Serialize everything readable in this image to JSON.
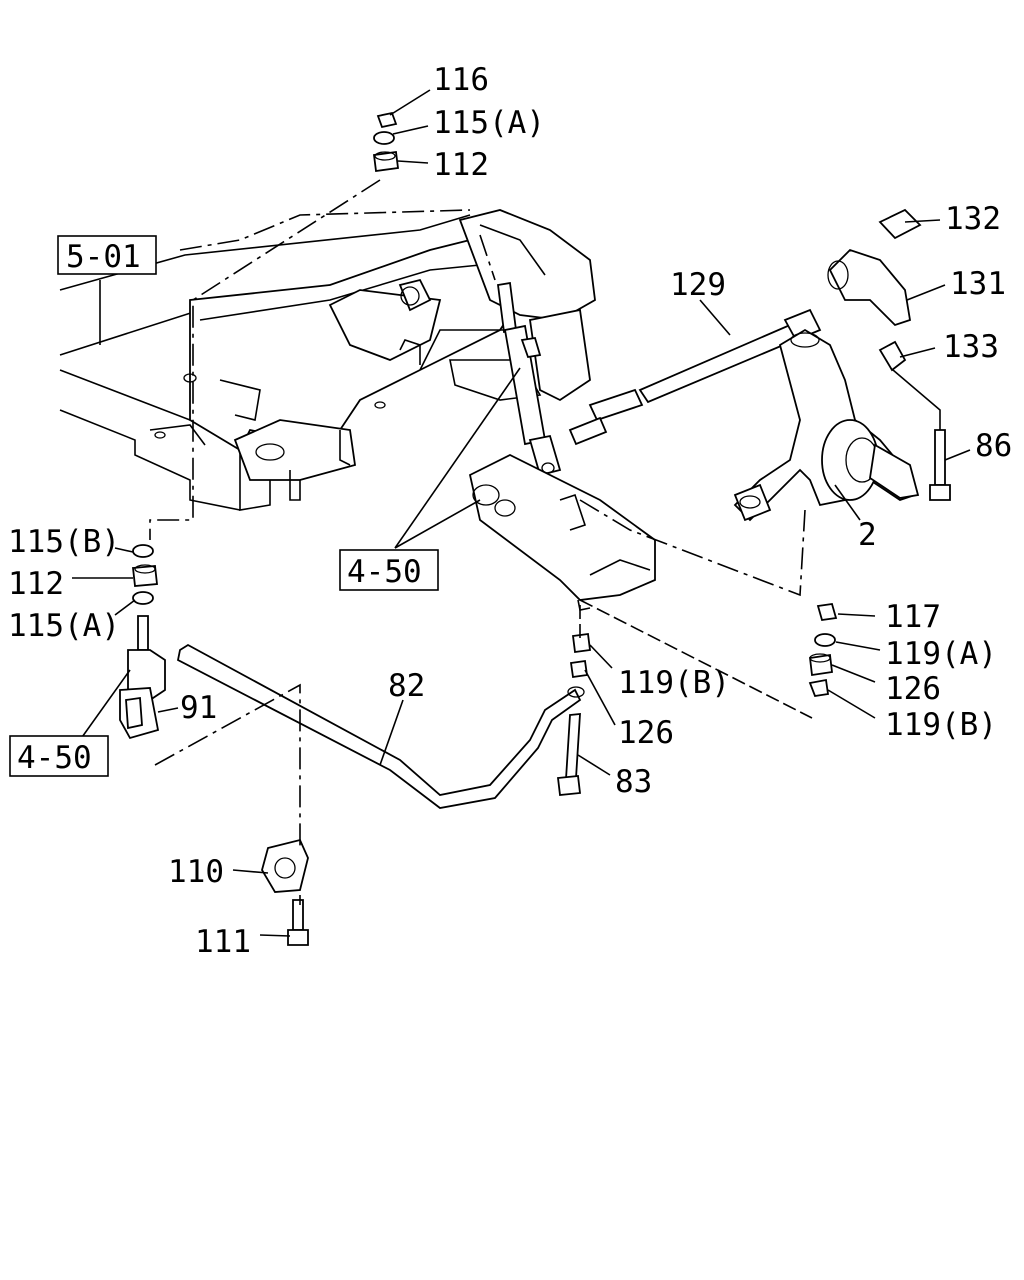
{
  "part_labels": {
    "p116": "116",
    "p115a_top": "115(A)",
    "p112_top": "112",
    "p132": "132",
    "p129": "129",
    "p131": "131",
    "p133": "133",
    "p86": "86",
    "p2": "2",
    "p115b_left": "115(B)",
    "p112_left": "112",
    "p115a_left": "115(A)",
    "p117": "117",
    "p119a": "119(A)",
    "p119b_mid": "119(B)",
    "p126_right": "126",
    "p119b_right": "119(B)",
    "p91": "91",
    "p82": "82",
    "p126_mid": "126",
    "p83": "83",
    "p110": "110",
    "p111": "111"
  },
  "ref_boxes": {
    "frame": "5-01",
    "arm_center": "4-50",
    "arm_left": "4-50"
  }
}
